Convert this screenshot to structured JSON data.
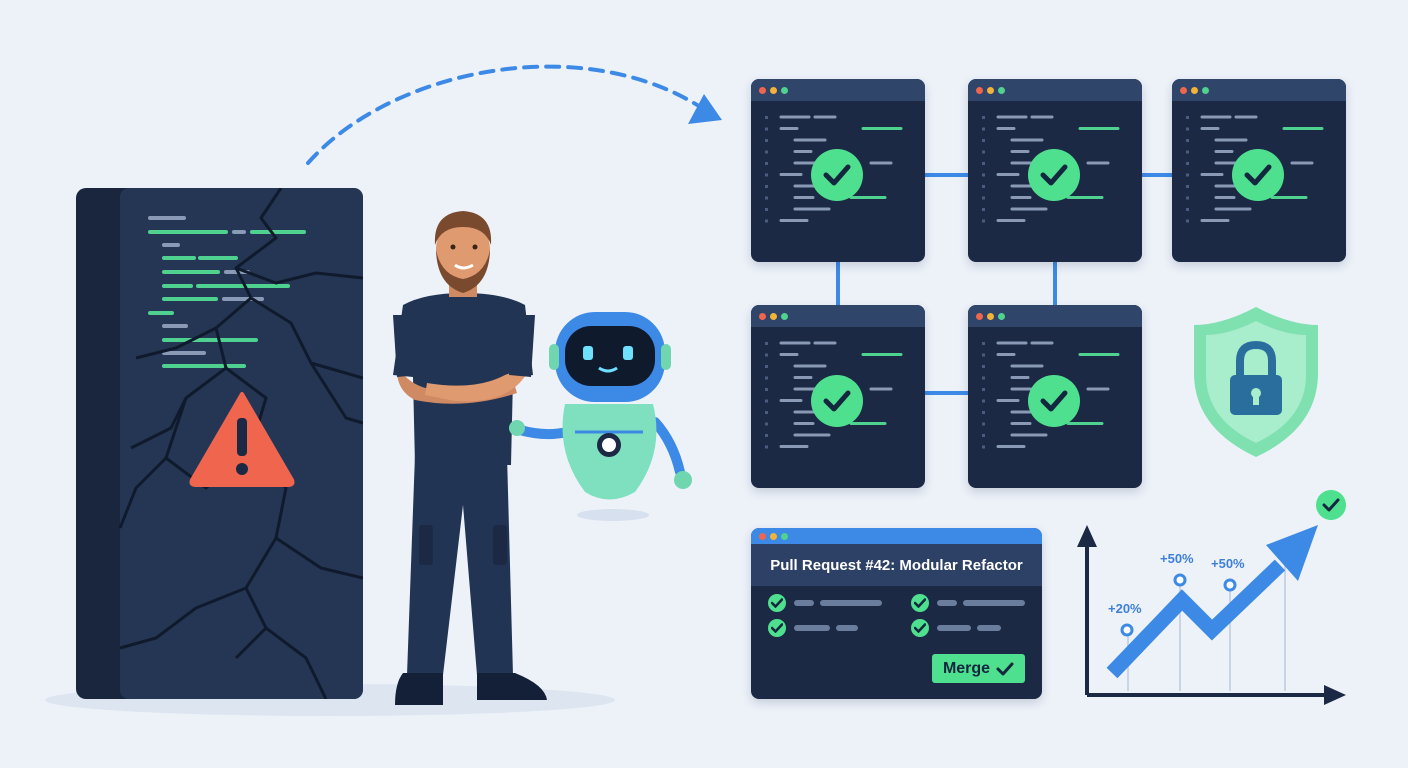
{
  "pull_request": {
    "title": "Pull Request #42: Modular Refactor",
    "merge_label": "Merge"
  },
  "growth": {
    "labels": [
      "+20%",
      "+50%",
      "+50%"
    ]
  },
  "icons": {
    "warning": "warning-icon",
    "shield": "shield-lock-icon",
    "check": "check-icon",
    "arrow": "dashed-arrow-icon"
  },
  "colors": {
    "background": "#edf2f9",
    "window": "#1b2944",
    "success": "#4fe08f",
    "accent": "#3d8ae6",
    "warning": "#f0654d"
  }
}
